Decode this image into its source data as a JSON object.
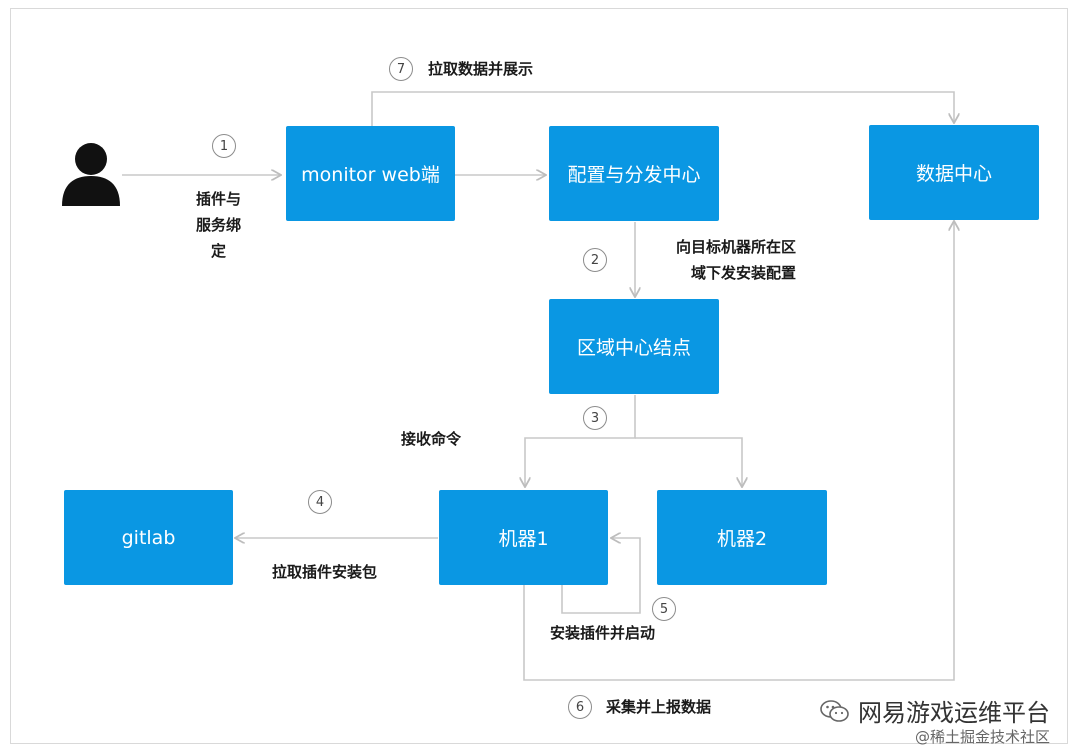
{
  "nodes": {
    "monitor_web": "monitor web端",
    "config_center": "配置与分发中心",
    "data_center": "数据中心",
    "region_node": "区域中心结点",
    "gitlab": "gitlab",
    "machine1": "机器1",
    "machine2": "机器2"
  },
  "steps": {
    "s1": {
      "num": "1",
      "label": "插件与\n服务绑\n定"
    },
    "s2": {
      "num": "2",
      "label": "向目标机器所在区\n域下发安装配置"
    },
    "s3": {
      "num": "3",
      "label": "接收命令"
    },
    "s4": {
      "num": "4",
      "label": "拉取插件安装包"
    },
    "s5": {
      "num": "5",
      "label": "安装插件并启动"
    },
    "s6": {
      "num": "6",
      "label": "采集并上报数据"
    },
    "s7": {
      "num": "7",
      "label": "拉取数据并展示"
    }
  },
  "watermark": {
    "brand": "网易游戏运维平台",
    "sub": "@稀土掘金技术社区"
  },
  "colors": {
    "box": "#0a97e3",
    "line": "#c8c8c8"
  }
}
